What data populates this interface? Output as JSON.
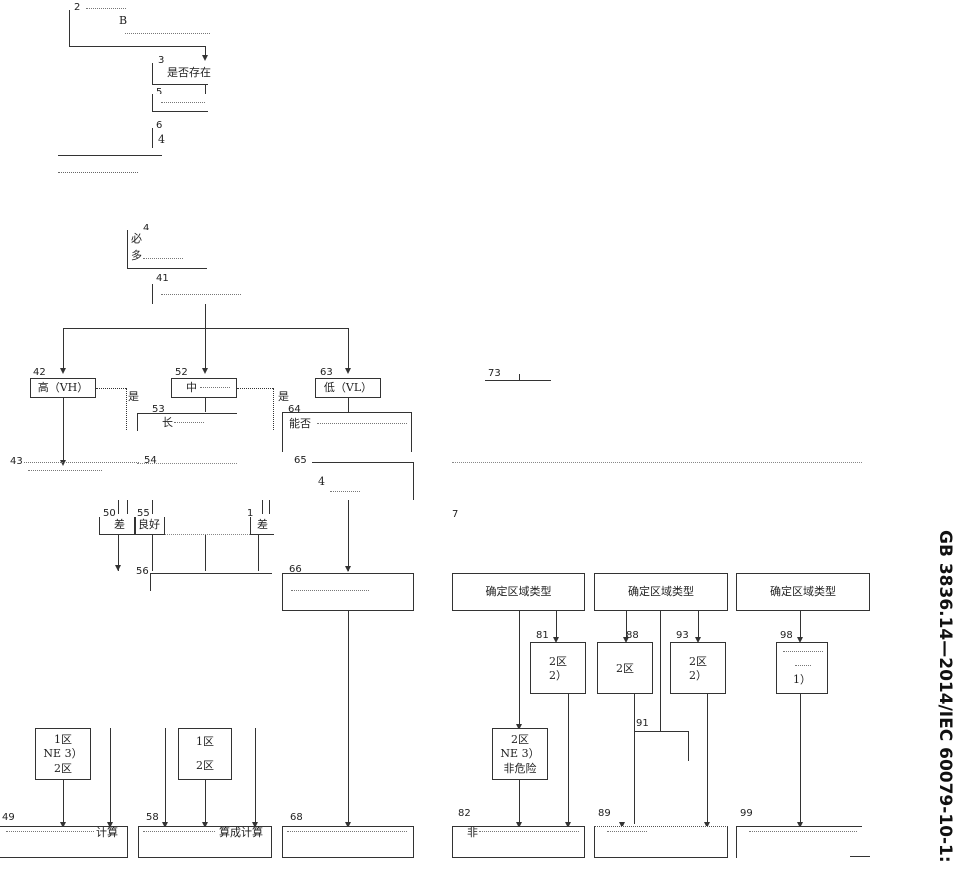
{
  "standard_title": "GB 3836.14—2014/IEC 60079-10-1:",
  "nodes": {
    "n2": {
      "num": "2",
      "text": "B"
    },
    "n3": {
      "num": "3",
      "text": "是否存在"
    },
    "n5": {
      "num": "5"
    },
    "n6": {
      "num": "6",
      "text": "4"
    },
    "n4": {
      "num": "4",
      "line1": "必",
      "line2": "多"
    },
    "n41": {
      "num": "41"
    },
    "n42": {
      "num": "42",
      "text": "高（VH）"
    },
    "n52": {
      "num": "52",
      "text": "中"
    },
    "n63": {
      "num": "63",
      "text": "低（VL）"
    },
    "n73": {
      "num": "73"
    },
    "n53": {
      "num": "53",
      "text": "长"
    },
    "n64": {
      "num": "64",
      "text": "能否"
    },
    "n43": {
      "num": "43"
    },
    "n54": {
      "num": "54"
    },
    "n65": {
      "num": "65",
      "text": "4"
    },
    "n50": {
      "num": "50",
      "text": "差"
    },
    "n55": {
      "num": "55",
      "text": "良好"
    },
    "n1x": {
      "num": "1",
      "text": "差"
    },
    "n7": {
      "num": "7"
    },
    "n56": {
      "num": "56"
    },
    "n66": {
      "num": "66"
    },
    "zone_type_1": {
      "text": "确定区域类型"
    },
    "zone_type_2": {
      "text": "确定区域类型"
    },
    "zone_type_3": {
      "text": "确定区域类型"
    },
    "n81": {
      "num": "81",
      "line1": "2区",
      "line2": "2）"
    },
    "n88": {
      "num": "88",
      "text": "2区"
    },
    "n93": {
      "num": "93",
      "line1": "2区",
      "line2": "2）"
    },
    "n98": {
      "num": "98",
      "line1": "1）"
    },
    "n91": {
      "num": "91"
    },
    "box_1zone_a": {
      "line1": "1区",
      "line2": "NE 3）",
      "line3": "2区"
    },
    "box_1zone_b": {
      "line1": "1区",
      "line2": "2区"
    },
    "box_ne": {
      "line1": "2区",
      "line2": "NE 3）",
      "line3": "非危险"
    },
    "n49": {
      "num": "49",
      "text": "计算"
    },
    "n58": {
      "num": "58",
      "text": "算成计算"
    },
    "n68": {
      "num": "68"
    },
    "n82": {
      "num": "82",
      "text": "非"
    },
    "n89": {
      "num": "89"
    },
    "n99": {
      "num": "99"
    }
  },
  "labels": {
    "yes_1": "是",
    "yes_2": "是"
  }
}
